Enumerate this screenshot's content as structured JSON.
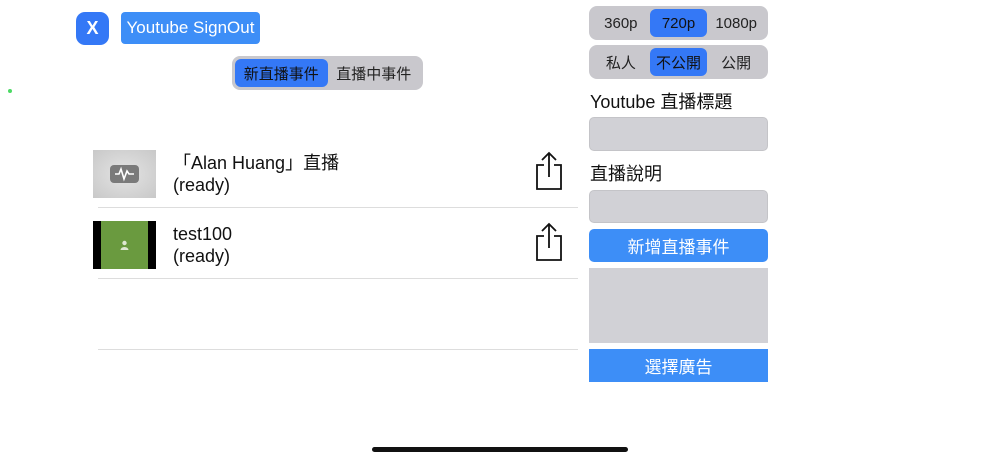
{
  "header": {
    "close_label": "X",
    "signout_label": "Youtube SignOut"
  },
  "event_tabs": [
    "新直播事件",
    "直播中事件"
  ],
  "events": [
    {
      "title": "「Alan Huang」直播",
      "status": "(ready)"
    },
    {
      "title": "test100",
      "status": "(ready)"
    }
  ],
  "resolution": {
    "options": [
      "360p",
      "720p",
      "1080p"
    ],
    "selected": "720p"
  },
  "privacy": {
    "options": [
      "私人",
      "不公開",
      "公開"
    ],
    "selected": "不公開"
  },
  "form": {
    "title_label": "Youtube 直播標題",
    "title_value": "",
    "desc_label": "直播說明",
    "desc_value": "",
    "create_label": "新增直播事件",
    "ad_label": "選擇廣告"
  },
  "colors": {
    "accent": "#3478f6",
    "button": "#3d8ef7",
    "field": "#d1d1d6"
  }
}
